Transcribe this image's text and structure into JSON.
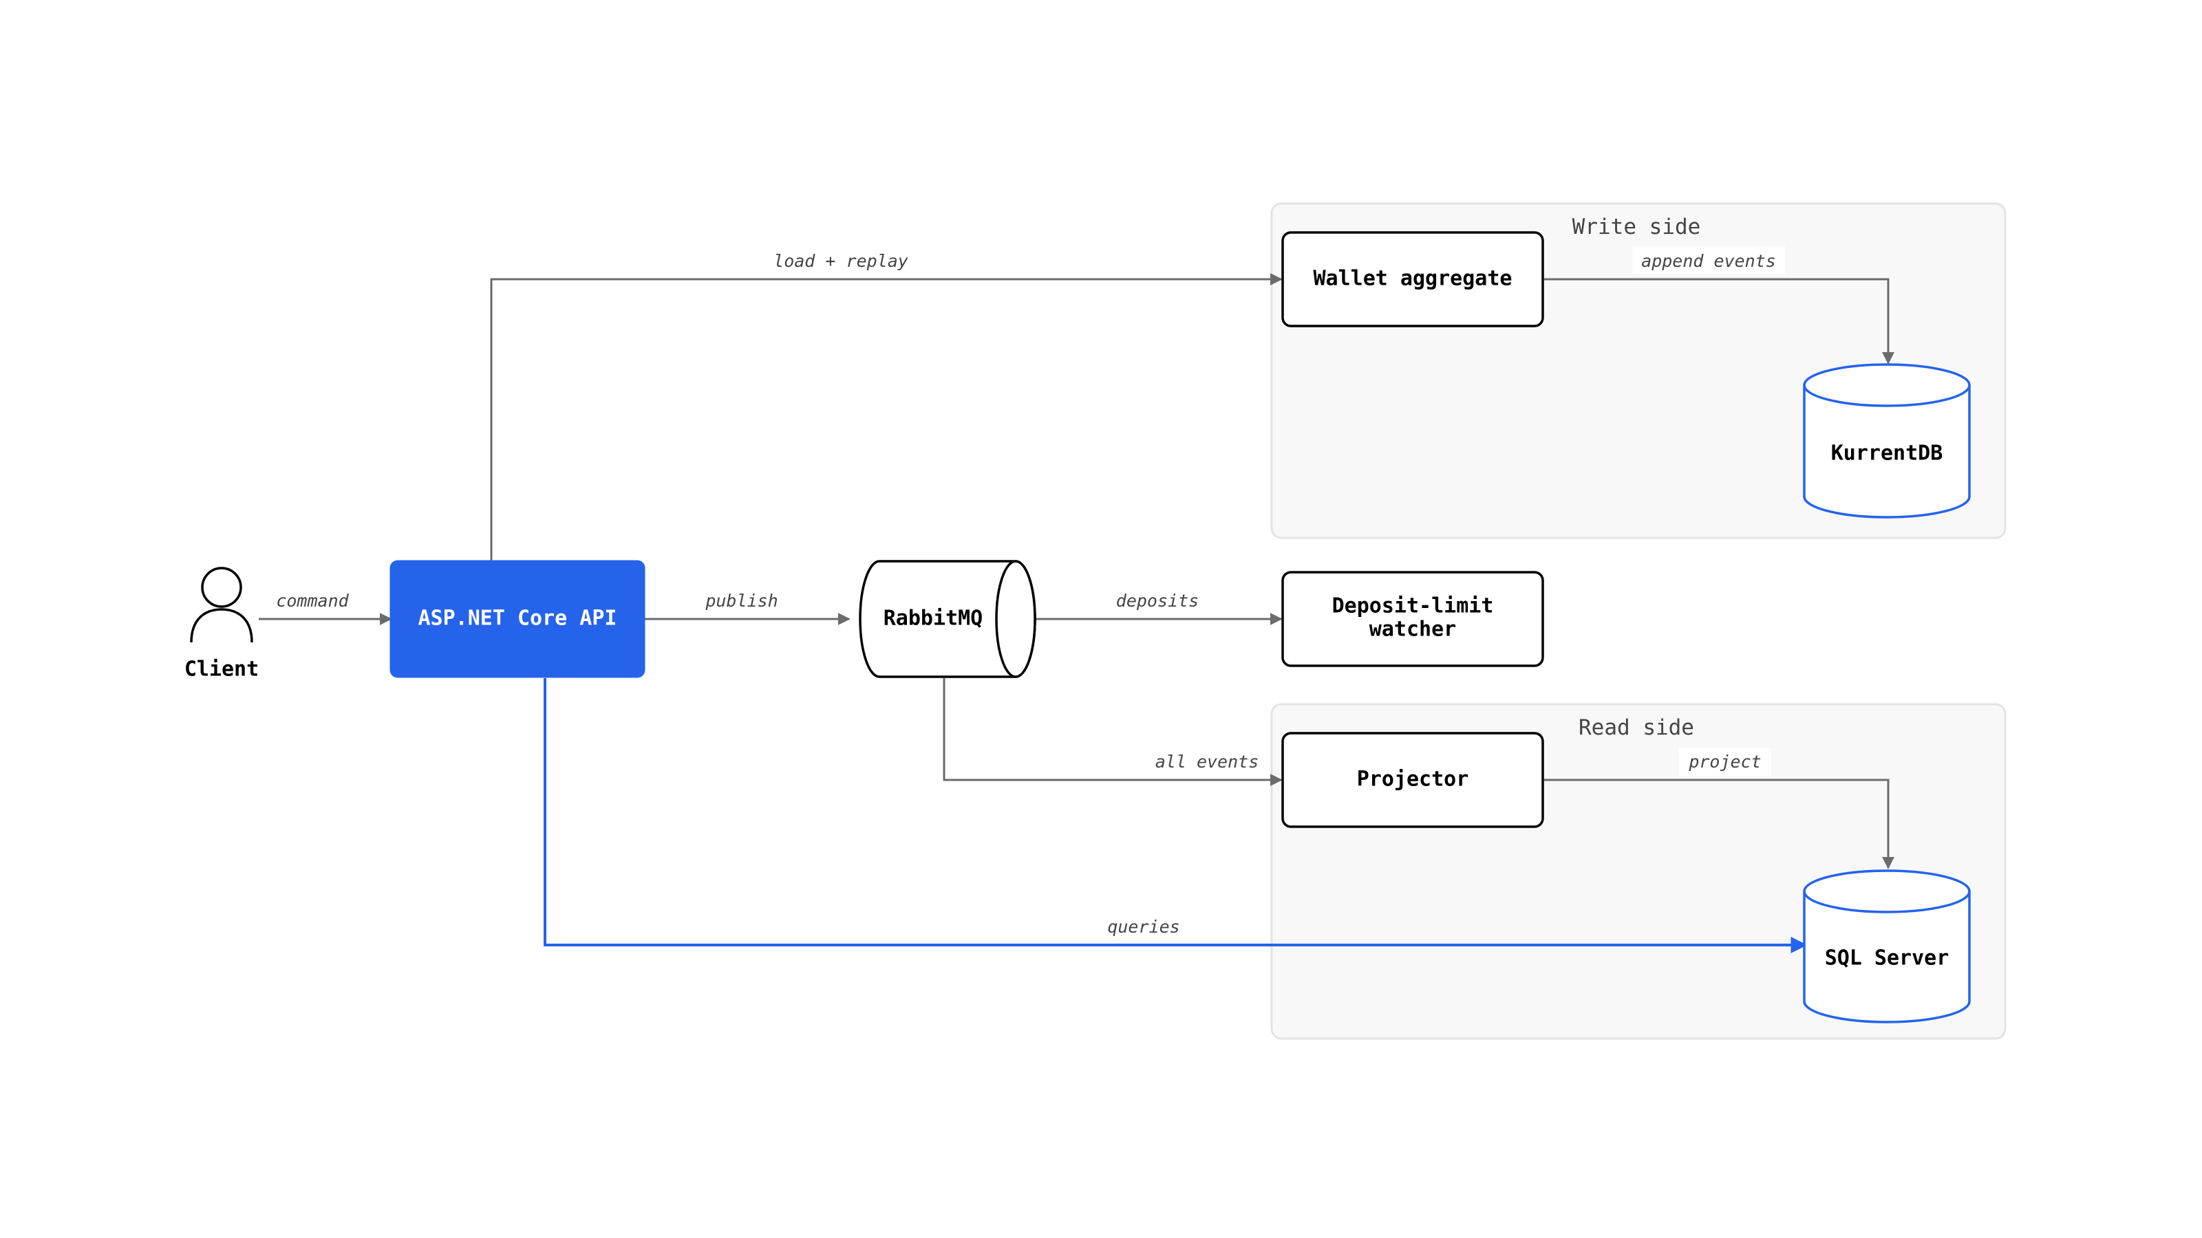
{
  "groups": {
    "write": "Write side",
    "read": "Read side"
  },
  "nodes": {
    "client": "Client",
    "api": "ASP.NET Core API",
    "rabbitmq": "RabbitMQ",
    "wallet": "Wallet aggregate",
    "kurrentdb": "KurrentDB",
    "watcher_line1": "Deposit-limit",
    "watcher_line2": "watcher",
    "projector": "Projector",
    "sqlserver": "SQL Server"
  },
  "edges": {
    "command": "command",
    "load_replay": "load + replay",
    "publish": "publish",
    "append_events": "append events",
    "deposits": "deposits",
    "all_events": "all events",
    "project": "project",
    "queries": "queries"
  },
  "colors": {
    "accent": "#2563eb",
    "edge": "#6b6b6b",
    "group_fill": "#f8f8f8",
    "group_stroke": "#e3e3e3"
  }
}
